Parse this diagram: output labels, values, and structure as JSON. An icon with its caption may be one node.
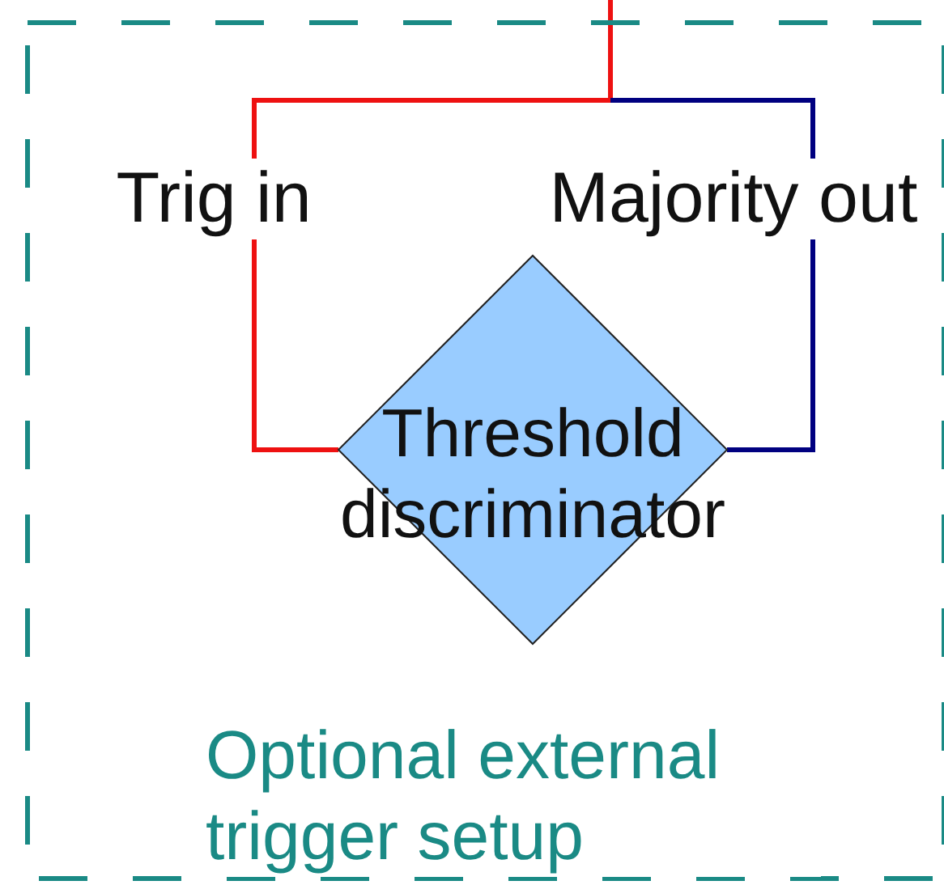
{
  "diagram": {
    "nodes": [
      {
        "text": [
          "Optional external trigger setup"
        ]
      },
      {
        "text": [
          "Threshold discriminator"
        ],
        "in": 0
      }
    ],
    "edges": [
      {
        "from": null,
        "to": 1,
        "arrow": "none",
        "label": "Trig in",
        "color": "#ee1111"
      },
      {
        "from": 1,
        "to": null,
        "arrow": "none",
        "label": "Majority out",
        "color": "#000080"
      }
    ]
  }
}
